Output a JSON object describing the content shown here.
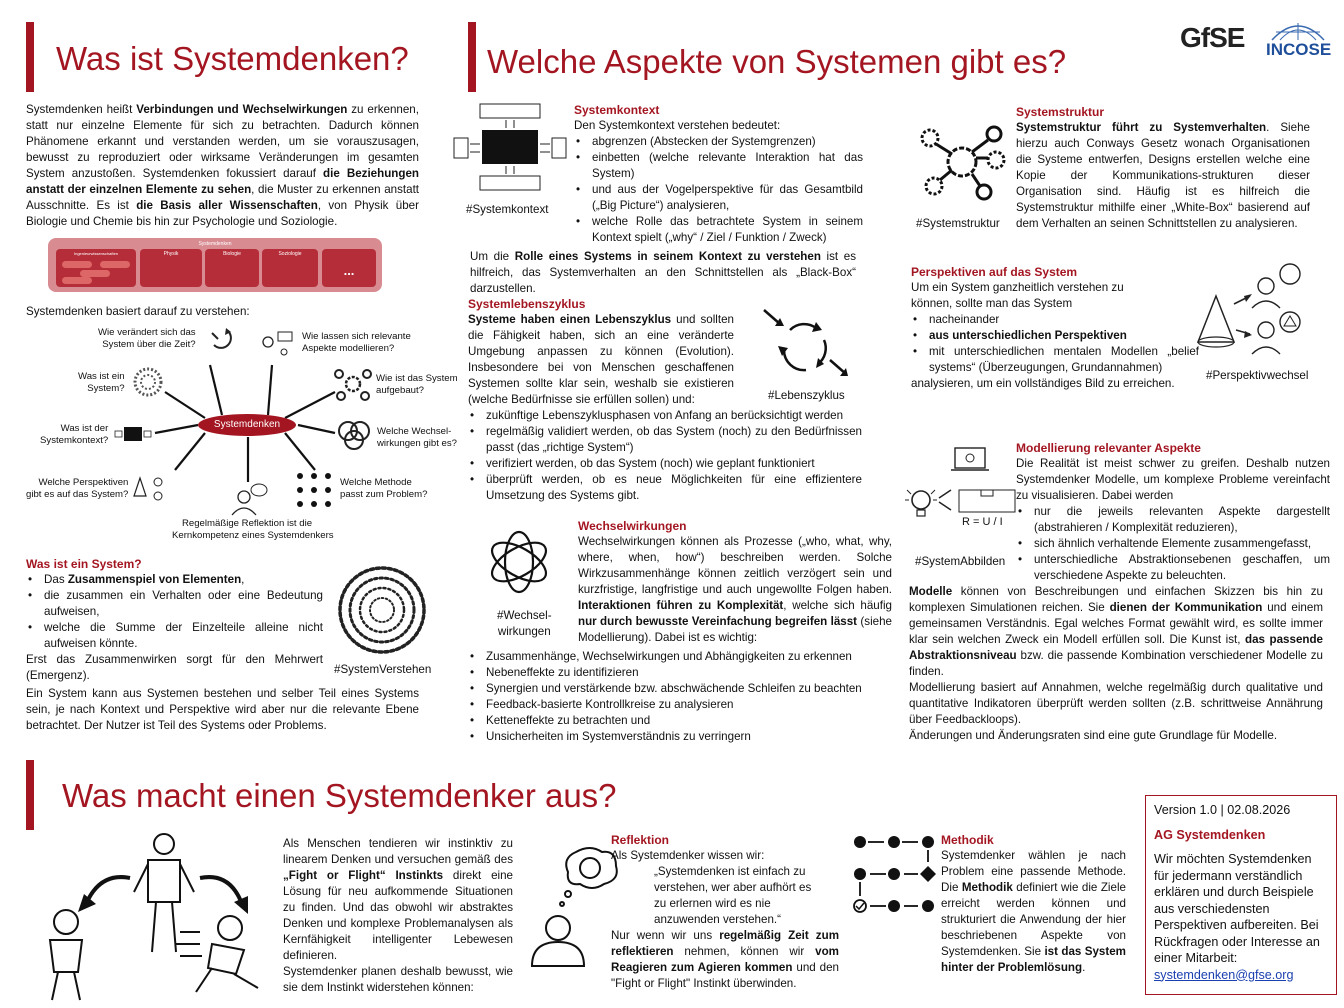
{
  "logos": {
    "gfse": "GfSE",
    "incose": "INCOSE"
  },
  "colors": {
    "accent": "#a31621",
    "link": "#1a3fb0"
  },
  "s1": {
    "title": "Was ist Systemdenken?",
    "intro": [
      {
        "t": "Systemdenken heißt "
      },
      {
        "t": "Verbindungen und Wechselwirkungen",
        "b": true
      },
      {
        "t": " zu erkennen, statt nur einzelne Elemente für sich zu betrachten. Dadurch können Phänomene erkannt und verstanden werden, um sie vorauszusagen, bewusst zu reproduziert oder wirksame Veränderungen im gesamten System anzustoßen. Systemdenken fokussiert darauf "
      },
      {
        "t": "die Beziehungen anstatt der einzelnen Elemente zu sehen",
        "b": true
      },
      {
        "t": ", die Muster zu erkennen anstatt Ausschnitte. Es ist "
      },
      {
        "t": "die Basis aller Wissenschaften",
        "b": true
      },
      {
        "t": ", von Physik über Biologie und Chemie bis hin zur Psychologie und Soziologie."
      }
    ],
    "disc": {
      "header": "Systemdenken",
      "eng": "Ingenieurwissenschaften",
      "eng_items": [
        "",
        "",
        "",
        ""
      ],
      "physik": "Physik",
      "biologie": "Biologie",
      "soziologie": "Soziologie",
      "more": "..."
    },
    "basiert": "Systemdenken basiert darauf zu verstehen:",
    "hub": "Systemdenken",
    "q": {
      "zeit": "Wie verändert sich das\nSystem über die Zeit?",
      "modell": "Wie lassen sich relevante\nAspekte modellieren?",
      "system": "Was ist ein\nSystem?",
      "aufbau": "Wie ist das System\naufgebaut?",
      "kontext": "Was ist der\nSystemkontext?",
      "wechsel": "Welche Wechsel-\nwirkungen gibt es?",
      "persp": "Welche Perspektiven\ngibt es auf das System?",
      "methode": "Welche Methode\npasst zum Problem?",
      "reflex": "Regelmäßige Reflektion ist die\nKernkompetenz eines Systemdenkers"
    },
    "was_title": "Was ist ein System?",
    "was_items": [
      [
        {
          "t": "Das "
        },
        {
          "t": "Zusammenspiel von Elementen",
          "b": true
        },
        {
          "t": ","
        }
      ],
      [
        {
          "t": "die zusammen ein Verhalten oder eine Bedeutung aufweisen,"
        }
      ],
      [
        {
          "t": "welche die Summe der Einzelteile alleine nicht aufweisen könnte."
        }
      ]
    ],
    "was_p1": "Erst das Zusammenwirken sorgt für den Mehrwert (Emergenz).",
    "was_p2": "Ein System kann aus Systemen bestehen und selber Teil eines Systems sein, je nach Kontext und Perspektive wird aber nur die relevante Ebene betrachtet. Der Nutzer ist Teil des Systems oder Problems.",
    "tag_verstehen": "#SystemVerstehen"
  },
  "s2": {
    "title": "Welche Aspekte von Systemen gibt es?",
    "kontext": {
      "title": "Systemkontext",
      "intro": "Den Systemkontext verstehen bedeutet:",
      "items": [
        [
          {
            "t": "abgrenzen (Abstecken der Systemgrenzen)"
          }
        ],
        [
          {
            "t": "einbetten (welche relevante Interaktion hat das System)"
          }
        ],
        [
          {
            "t": "und aus der Vogelperspektive für das Gesamtbild („Big Picture“) analysieren,"
          }
        ],
        [
          {
            "t": "welche Rolle das betrachtete System in seinem Kontext spielt („why“ / Ziel / Funktion / Zweck)"
          }
        ]
      ],
      "outro": [
        {
          "t": "Um die "
        },
        {
          "t": "Rolle eines Systems in seinem Kontext zu verstehen",
          "b": true
        },
        {
          "t": " ist es hilfreich, das Systemverhalten an den Schnittstellen als „Black-Box“ darzustellen."
        }
      ],
      "tag": "#Systemkontext"
    },
    "leben": {
      "title": "Systemlebenszyklus",
      "p": [
        {
          "t": "Systeme haben einen Lebenszyklus",
          "b": true
        },
        {
          "t": " und sollten die Fähigkeit haben, sich an eine veränderte Umgebung anpassen zu können (Evolution). Insbesondere bei von Menschen geschaffenen Systemen sollte klar sein, weshalb sie existieren (welche Bedürfnisse sie erfüllen sollen) und:"
        }
      ],
      "items": [
        [
          {
            "t": "zukünftige Lebenszyklusphasen von Anfang an berücksichtigt werden"
          }
        ],
        [
          {
            "t": "regelmäßig validiert werden, ob das System (noch) zu den Bedürfnissen passt (das „richtige System“)"
          }
        ],
        [
          {
            "t": "verifiziert werden, ob das System (noch) wie geplant funktioniert"
          }
        ],
        [
          {
            "t": "überprüft werden, ob es neue Möglichkeiten für eine effizientere Umsetzung des Systems gibt."
          }
        ]
      ],
      "tag": "#Lebenszyklus"
    },
    "wechsel": {
      "title": "Wechselwirkungen",
      "p": [
        {
          "t": "Wechselwirkungen können als Prozesse („who, what, why, where, when, how“) beschreiben werden. Solche Wirkzusammenhänge können zeitlich verzögert sein und kurzfristige, langfristige und auch ungewollte Folgen haben. "
        },
        {
          "t": "Interaktionen führen zu Komplexität",
          "b": true
        },
        {
          "t": ", welche sich häufig "
        },
        {
          "t": "nur durch bewusste Vereinfachung begreifen lässt",
          "b": true
        },
        {
          "t": " (siehe Modellierung). Dabei ist es wichtig:"
        }
      ],
      "items": [
        [
          {
            "t": "Zusammenhänge, Wechselwirkungen und Abhängigkeiten zu erkennen"
          }
        ],
        [
          {
            "t": "Nebeneffekte zu identifizieren"
          }
        ],
        [
          {
            "t": "Synergien und verstärkende bzw. abschwächende Schleifen zu beachten"
          }
        ],
        [
          {
            "t": "Feedback-basierte Kontrollkreise zu analysieren"
          }
        ],
        [
          {
            "t": "Ketteneffekte zu betrachten und"
          }
        ],
        [
          {
            "t": "Unsicherheiten im Systemverständnis zu verringern"
          }
        ]
      ],
      "tag": "#Wechsel-\nwirkungen"
    },
    "struktur": {
      "title": "Systemstruktur",
      "p": [
        {
          "t": "Systemstruktur führt zu Systemverhalten",
          "b": true
        },
        {
          "t": ". Siehe hierzu auch Conways Gesetz wonach Organisationen die Systeme entwerfen, Designs erstellen welche eine Kopie der Kommunikations-strukturen dieser Organisation sind. Häufig ist es hilfreich die Systemstruktur mithilfe einer „White-Box“ basierend auf dem Verhalten an seinen Schnittstellen zu analysieren."
        }
      ],
      "tag": "#Systemstruktur"
    },
    "persp": {
      "title": "Perspektiven auf das System",
      "p": "Um ein System ganzheitlich verstehen zu können, sollte man das System",
      "items": [
        [
          {
            "t": "nacheinander"
          }
        ],
        [
          {
            "t": "aus unterschiedlichen Perspektiven",
            "b": true
          }
        ],
        [
          {
            "t": "mit unterschiedlichen mentalen Modellen „belief systems“ (Überzeugungen, Grundannahmen)"
          }
        ]
      ],
      "outro": "analysieren, um ein vollständiges Bild zu erreichen.",
      "tag": "#Perspektivwechsel"
    },
    "modell": {
      "title": "Modellierung relevanter Aspekte",
      "p": "Die Realität ist meist schwer zu greifen. Deshalb nutzen Systemdenker Modelle, um komplexe Probleme vereinfacht zu visualisieren. Dabei werden",
      "items": [
        [
          {
            "t": "nur die jeweils relevanten Aspekte dargestellt (abstrahieren / Komplexität reduzieren),"
          }
        ],
        [
          {
            "t": "sich ähnlich verhaltende Elemente zusammengefasst,"
          }
        ],
        [
          {
            "t": "unterschiedliche Abstraktionsebenen geschaffen, um verschiedene Aspekte zu beleuchten."
          }
        ]
      ],
      "p2": [
        {
          "t": "Modelle",
          "b": true
        },
        {
          "t": " können von Beschreibungen und einfachen Skizzen bis hin zu komplexen Simulationen reichen. Sie "
        },
        {
          "t": "dienen der Kommunikation",
          "b": true
        },
        {
          "t": " und einem gemeinsamen Verständnis. Egal welches Format gewählt wird, es sollte immer klar sein welchen Zweck ein Modell erfüllen soll. Die Kunst ist, "
        },
        {
          "t": "das passende Abstraktionsniveau",
          "b": true
        },
        {
          "t": " bzw. die passende Kombination verschiedener Modelle zu finden."
        }
      ],
      "p3": "Modellierung basiert auf Annahmen, welche regelmäßig durch qualitative und quantitative Indikatoren überprüft werden sollten (z.B. schrittweise Annährung über Feedbackloops).",
      "p4": "Änderungen und Änderungsraten sind eine gute Grundlage für Modelle.",
      "formula": "R = U / I",
      "tag": "#SystemAbbilden"
    }
  },
  "s3": {
    "title": "Was macht einen Systemdenker aus?",
    "p": [
      {
        "t": "Als Menschen tendieren wir instinktiv zu linearem Denken und versuchen gemäß des "
      },
      {
        "t": "„Fight or Flight“ Instinkts",
        "b": true
      },
      {
        "t": " direkt eine Lösung für neu aufkommende Situationen zu finden. Und das obwohl wir abstraktes Denken und komplexe Problemanalysen als Kernfähigkeit intelligenter Lebewesen definieren."
      }
    ],
    "p2": "Systemdenker planen deshalb bewusst, wie sie dem Instinkt widerstehen können:",
    "reflex": {
      "title": "Reflektion",
      "p": "Als Systemdenker wissen wir:",
      "quote": "„Systemdenken ist einfach zu verstehen, wer aber aufhört es zu erlernen wird es nie anzuwenden verstehen.“",
      "p2": [
        {
          "t": "Nur wenn wir uns "
        },
        {
          "t": "regelmäßig Zeit zum reflektieren",
          "b": true
        },
        {
          "t": " nehmen, können wir "
        },
        {
          "t": "vom Reagieren zum Agieren kommen",
          "b": true
        },
        {
          "t": " und den \"Fight or Flight\" Instinkt überwinden."
        }
      ]
    },
    "methodik": {
      "title": "Methodik",
      "p": [
        {
          "t": "Systemdenker wählen je nach Problem eine passende Methode. Die "
        },
        {
          "t": "Methodik",
          "b": true
        },
        {
          "t": " definiert wie die Ziele erreicht werden können und strukturiert die Anwendung der hier beschriebenen Aspekte von Systemdenken. Sie "
        },
        {
          "t": "ist das System hinter der Problemlösung",
          "b": true
        },
        {
          "t": "."
        }
      ]
    }
  },
  "info": {
    "version": "Version 1.0 | 02.08.2026",
    "group": "AG Systemdenken",
    "text": "Wir möchten Systemdenken für jedermann verständlich erklären und durch Beispiele aus verschiedensten Perspektiven aufbereiten. Bei Rückfragen oder Interesse an einer Mitarbeit:",
    "email": "systemdenken@gfse.org"
  }
}
